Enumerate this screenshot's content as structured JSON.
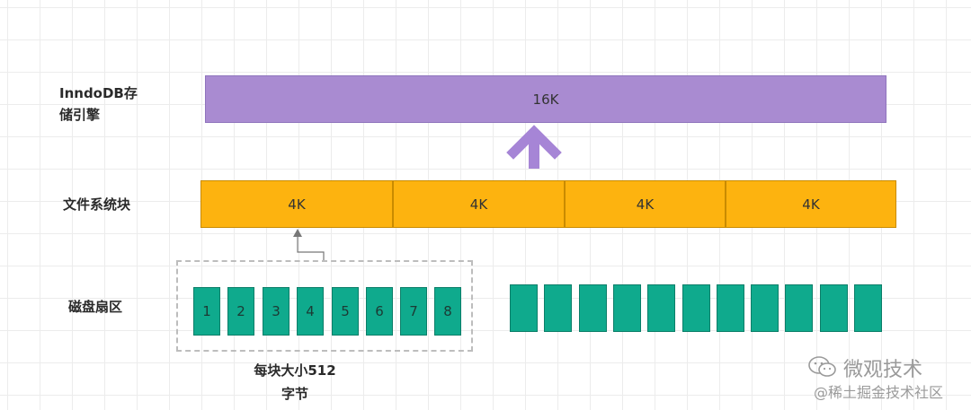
{
  "labels": {
    "engine_line1": "InndoDB存",
    "engine_line2": "储引擎",
    "filesystem": "文件系统块",
    "sectors": "磁盘扇区"
  },
  "engine": {
    "size": "16K"
  },
  "filesystem_blocks": [
    "4K",
    "4K",
    "4K",
    "4K"
  ],
  "sector_numbers": [
    "1",
    "2",
    "3",
    "4",
    "5",
    "6",
    "7",
    "8"
  ],
  "unnumbered_sector_count": 11,
  "caption": {
    "line1": "每块大小512",
    "line2": "字节"
  },
  "watermark": {
    "main": "微观技术",
    "sub": "@稀土掘金技术社区"
  },
  "colors": {
    "engine": "#a98bd1",
    "filesystem": "#fdb30f",
    "sector": "#0faa8d",
    "arrow_purple": "#a685d6",
    "arrow_gray": "#777777"
  },
  "icons": {
    "big_arrow": "up-arrow-icon",
    "small_arrow": "up-arrow-icon",
    "watermark_logo": "wechat-icon"
  }
}
